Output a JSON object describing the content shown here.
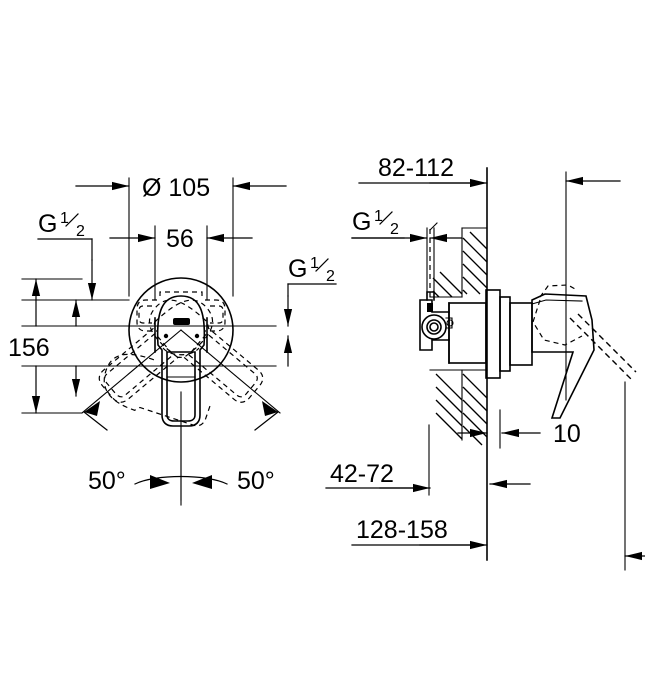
{
  "drawing": {
    "title": "Concealed single-lever mixer installation drawing",
    "background_color": "#ffffff",
    "line_color": "#000000",
    "views": {
      "front": {
        "name": "front-view",
        "label": ""
      },
      "side": {
        "name": "side-view",
        "label": ""
      }
    }
  },
  "dimensions": {
    "diameter_flange": "Ø 105",
    "width_inner": "56",
    "height_156": "156",
    "angle_left": "50°",
    "angle_right": "50°",
    "thread_left_top": "G",
    "thread_left_top_frac_num": "1",
    "thread_left_top_frac_den": "2",
    "thread_right": "G",
    "thread_right_frac_num": "1",
    "thread_right_frac_den": "2",
    "thread_side": "G",
    "thread_side_frac_num": "1",
    "thread_side_frac_den": "2",
    "depth_82_112": "82-112",
    "depth_42_72": "42-72",
    "depth_128_158": "128-158",
    "lever_10": "10"
  }
}
